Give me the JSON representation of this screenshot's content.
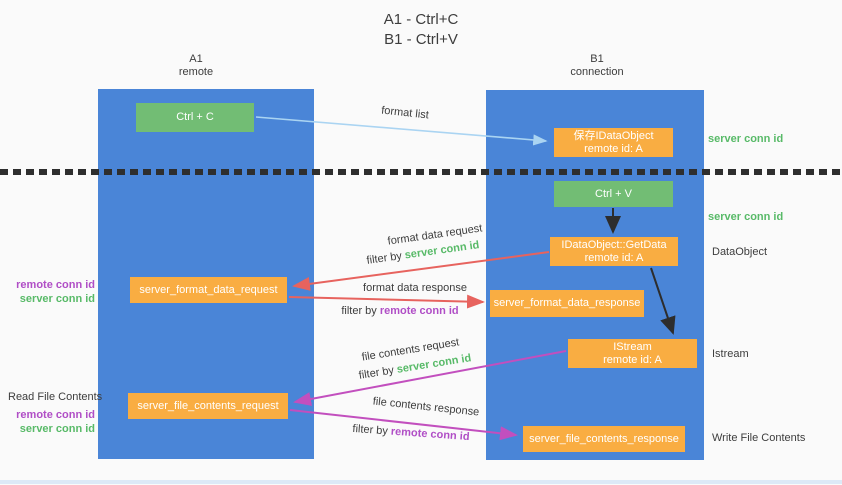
{
  "title": {
    "line1": "A1 - Ctrl+C",
    "line2": "B1 - Ctrl+V"
  },
  "colors": {
    "lane_blue": "#4a85d7",
    "box_green": "#72bd74",
    "box_orange": "#f9ad42",
    "arrow_light_blue": "#aad4f2",
    "arrow_red": "#e7635e",
    "arrow_magenta": "#c24fbe",
    "arrow_black": "#2d2d2d",
    "annotation_green": "#58ba68",
    "annotation_purple": "#b04ec6"
  },
  "lanes": {
    "a": {
      "title": "A1",
      "subtitle": "remote"
    },
    "b": {
      "title": "B1",
      "subtitle": "connection"
    }
  },
  "nodes": {
    "ctrl_c": {
      "label": "Ctrl + C"
    },
    "ctrl_v": {
      "label": "Ctrl + V"
    },
    "save_dataobject": {
      "line1": "保存IDataObject",
      "line2": "remote id: A"
    },
    "getdata": {
      "line1": "IDataObject::GetData",
      "line2": "remote id: A"
    },
    "istream": {
      "line1": "IStream",
      "line2": "remote id: A"
    },
    "format_request": {
      "label": "server_format_data_request"
    },
    "format_response": {
      "label": "server_format_data_response"
    },
    "file_request": {
      "label": "server_file_contents_request"
    },
    "file_response": {
      "label": "server_file_contents_response"
    }
  },
  "edge_labels": {
    "format_list": "format list",
    "filter_by": "filter by",
    "format_data_request": "format data request",
    "format_data_request_filter": "server conn id",
    "format_data_response": "format data response",
    "format_data_response_filter": "remote conn id",
    "file_contents_request": "file contents request",
    "file_contents_request_filter": "server conn id",
    "file_contents_response": "file contents response",
    "file_contents_response_filter": "remote conn id"
  },
  "side_labels": {
    "server_conn_id_top": "server conn id",
    "server_conn_id_mid": "server conn id",
    "dataobject": "DataObject",
    "istream": "Istream",
    "write_file_contents": "Write File Contents",
    "read_file_contents": "Read File Contents",
    "remote_conn_id_1": "remote conn id",
    "server_conn_id_left_1": "server conn id",
    "remote_conn_id_2": "remote conn id",
    "server_conn_id_left_2": "server conn id"
  }
}
